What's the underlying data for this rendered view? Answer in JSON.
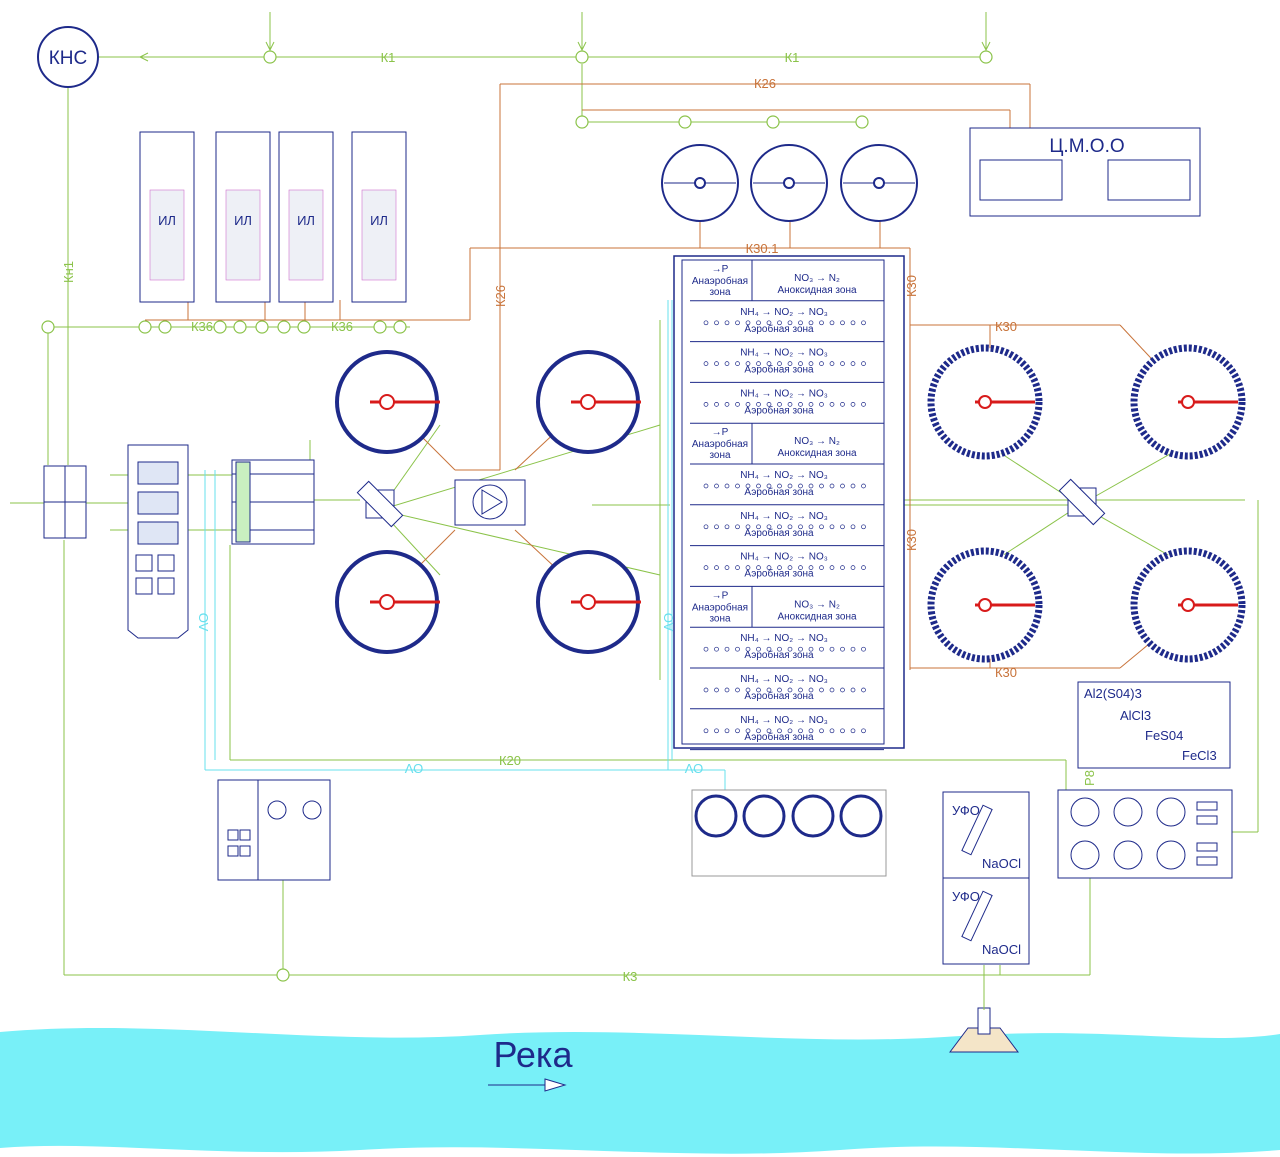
{
  "colors": {
    "green": "#8bc34a",
    "orange": "#c8733a",
    "blue": "#1e2a8a",
    "cyan": "#67e0ee",
    "river": "#78f0f8",
    "red": "#d81b1b"
  },
  "labels": {
    "kns": "КНС",
    "k1_a": "К1",
    "k1_b": "К1",
    "k26_h": "К26",
    "k26_v": "К26",
    "k301": "К30.1",
    "k30_v1": "К30",
    "k30_v2": "К30",
    "k30_top": "К30",
    "k30_bot": "К30",
    "k36_a": "К36",
    "k36_b": "К36",
    "kn1": "Кн1",
    "k20": "К20",
    "k3": "К3",
    "ao_1": "АО",
    "ao_2": "АО",
    "ao_3": "АО",
    "ao_4": "АО",
    "p8": "Р8",
    "cmoo": "Ц.М.О.О",
    "river": "Река"
  },
  "sludge_units": [
    "ИЛ",
    "ИЛ",
    "ИЛ",
    "ИЛ"
  ],
  "bio_rows": [
    {
      "type": "anaerobic-anoxic",
      "anaer_top": "→P",
      "anaer_1": "Анаэробная",
      "anaer_2": "зона",
      "anox_top": "NO₃ → N₂",
      "anox": "Аноксидная зона"
    },
    {
      "type": "aerobic",
      "formula": "NH₄ → NO₂ → NO₃",
      "label": "Аэробная зона"
    },
    {
      "type": "aerobic",
      "formula": "NH₄ → NO₂ → NO₃",
      "label": "Аэробная зона"
    },
    {
      "type": "aerobic",
      "formula": "NH₄ → NO₂ → NO₃",
      "label": "Аэробная зона"
    },
    {
      "type": "anaerobic-anoxic",
      "anaer_top": "→P",
      "anaer_1": "Анаэробная",
      "anaer_2": "зона",
      "anox_top": "NO₃ → N₂",
      "anox": "Аноксидная зона"
    },
    {
      "type": "aerobic",
      "formula": "NH₄ → NO₂ → NO₃",
      "label": "Аэробная зона"
    },
    {
      "type": "aerobic",
      "formula": "NH₄ → NO₂ → NO₃",
      "label": "Аэробная зона"
    },
    {
      "type": "aerobic",
      "formula": "NH₄ → NO₂ → NO₃",
      "label": "Аэробная зона"
    },
    {
      "type": "anaerobic-anoxic",
      "anaer_top": "→P",
      "anaer_1": "Анаэробная",
      "anaer_2": "зона",
      "anox_top": "NO₃ → N₂",
      "anox": "Аноксидная зона"
    },
    {
      "type": "aerobic",
      "formula": "NH₄ → NO₂ → NO₃",
      "label": "Аэробная зона"
    },
    {
      "type": "aerobic",
      "formula": "NH₄ → NO₂ → NO₃",
      "label": "Аэробная зона"
    },
    {
      "type": "aerobic",
      "formula": "NH₄ → NO₂ → NO₃",
      "label": "Аэробная зона"
    }
  ],
  "reagents": [
    "Al2(S04)3",
    "AlCl3",
    "FeS04",
    "FeCl3"
  ],
  "uv_units": [
    {
      "title": "УФО",
      "chem": "NaOCl"
    },
    {
      "title": "УФО",
      "chem": "NaOCl"
    }
  ]
}
